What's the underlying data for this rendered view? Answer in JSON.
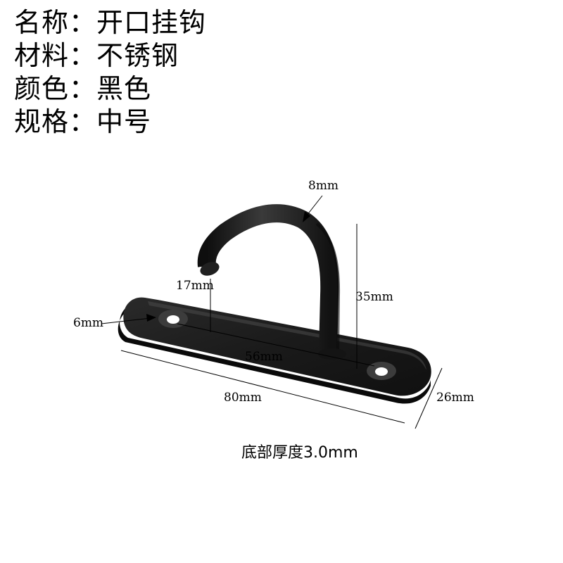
{
  "specs": [
    "名称：开口挂钩",
    "材料：不锈钢",
    "颜色：黑色",
    "规格：中号"
  ],
  "dimensions": {
    "wire": "8mm",
    "opening": "17mm",
    "height": "35mm",
    "hole": "6mm",
    "hole_spacing": "56mm",
    "length": "80mm",
    "width": "26mm"
  },
  "base_note": "底部厚度3.0mm",
  "colors": {
    "hook": "#1b1b1b",
    "line": "#000000",
    "background": "#ffffff"
  }
}
